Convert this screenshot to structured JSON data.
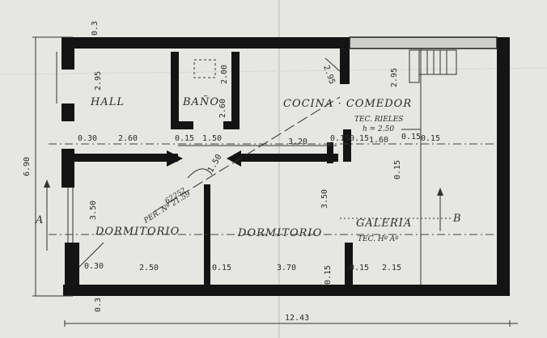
{
  "rooms": {
    "hall": "HALL",
    "bano": "BAÑO",
    "cocina": "COCINA · COMEDOR",
    "dormitorio_1": "DORMITORIO",
    "dormitorio_2": "DORMITORIO",
    "galeria": "GALERIA"
  },
  "notes": {
    "tec_rieles": "TEC. RIELES",
    "h_250": "h = 2.50",
    "tec_galeria": "TEC. Hº Aº",
    "per_line1": "PER. Nº 21.59",
    "per_line2": "62252"
  },
  "sections": {
    "a": "A",
    "b": "B"
  },
  "dimensions": {
    "top_left": "0.3",
    "hall_h": "2.95",
    "bano_w": "2.00",
    "bano_h": "2.60",
    "cocina_h": "2.95",
    "right_h": "2.95",
    "total_h": "6.90",
    "left_h": "3.50",
    "mid_h": "3.50",
    "d_30a": "0.30",
    "d_260": "2.60",
    "d_015a": "0.15",
    "d_150a": "1.50",
    "d_320": "3.20",
    "d_015b": "0.15",
    "d_015c": "0.15",
    "d_160": "1.60",
    "d_015d": "0.15",
    "d_015e": "0.15",
    "d_15_v": "0.15",
    "d_150b": "1.50",
    "d_30b": "0.30",
    "d_250": "2.50",
    "d_015f": "0.15",
    "d_370": "3.70",
    "d_015g": "0.15",
    "d_215": "2.15",
    "d_bottom_left": "0.3",
    "d_15_small": "0.15",
    "total_w": "12.43"
  }
}
